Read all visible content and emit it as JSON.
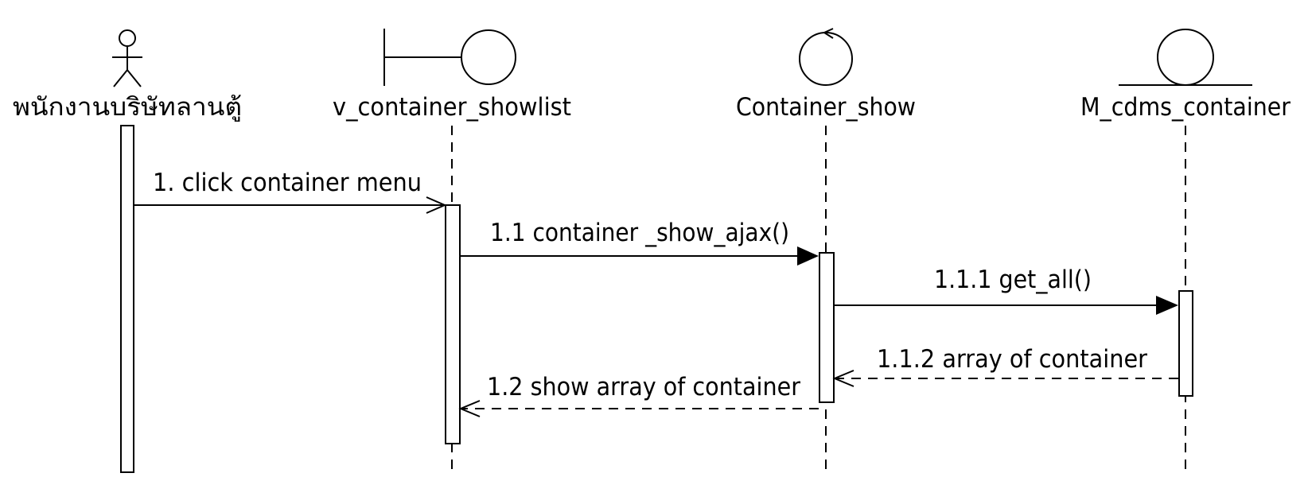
{
  "participants": [
    {
      "id": "employee",
      "kind": "actor",
      "name": "พนักงานบริษัทลานตู้"
    },
    {
      "id": "view",
      "kind": "boundary",
      "name": "v_container_showlist"
    },
    {
      "id": "controller",
      "kind": "control",
      "name": "Container_show"
    },
    {
      "id": "model",
      "kind": "entity",
      "name": "M_cdms_container"
    }
  ],
  "messages": [
    {
      "id": "m1",
      "from": "employee",
      "to": "view",
      "style": "sync-open",
      "label": "1. click container menu"
    },
    {
      "id": "m2",
      "from": "view",
      "to": "controller",
      "style": "sync-filled",
      "label": "1.1 container _show_ajax()"
    },
    {
      "id": "m3",
      "from": "controller",
      "to": "model",
      "style": "sync-filled",
      "label": "1.1.1 get_all()"
    },
    {
      "id": "m4",
      "from": "model",
      "to": "controller",
      "style": "return",
      "label": "1.1.2 array of container"
    },
    {
      "id": "m5",
      "from": "controller",
      "to": "view",
      "style": "return",
      "label": "1.2 show array of container"
    }
  ]
}
